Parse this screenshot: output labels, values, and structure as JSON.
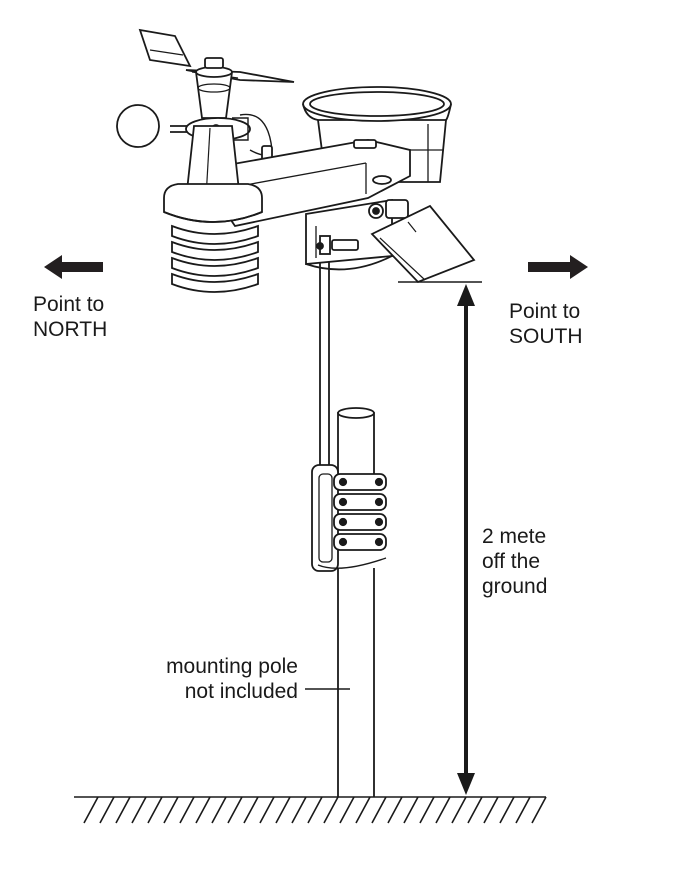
{
  "labels": {
    "north_line1": "Point to",
    "north_line2": "NORTH",
    "south_line1": "Point to",
    "south_line2": "SOUTH",
    "height_line1": "2 mete",
    "height_line2": "off the",
    "height_line3": "ground",
    "pole_line1": "mounting pole",
    "pole_line2": "not included"
  },
  "colors": {
    "line": "#1a1a1a",
    "fill": "#ffffff",
    "text": "#1a1a1a"
  },
  "icons": {
    "north": "arrow-left-icon",
    "south": "arrow-right-icon",
    "height": "double-arrow-vertical-icon"
  }
}
